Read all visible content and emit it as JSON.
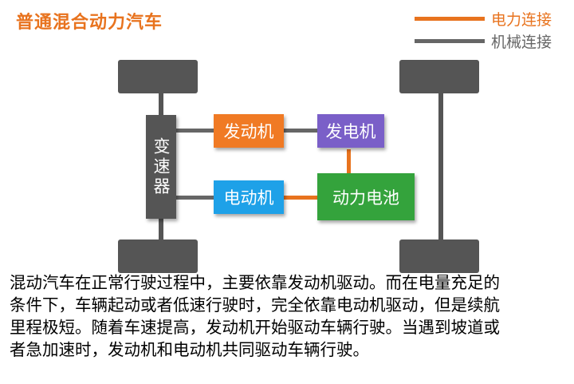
{
  "title": "普通混合动力汽车",
  "legend": {
    "electric": {
      "label": "电力连接",
      "color": "#e8731e"
    },
    "mechanical": {
      "label": "机械连接",
      "color": "#666666"
    }
  },
  "components": {
    "gearbox": {
      "label": "变速器",
      "color": "#555555"
    },
    "engine": {
      "label": "发动机",
      "color": "#f07a24"
    },
    "generator": {
      "label": "发电机",
      "color": "#7a5fc8"
    },
    "motor": {
      "label": "电动机",
      "color": "#1ea1e8"
    },
    "battery": {
      "label": "动力电池",
      "color": "#34a33c"
    }
  },
  "colors": {
    "wheel": "#555555",
    "axle": "#555555"
  },
  "description": "混动汽车在正常行驶过程中，主要依靠发动机驱动。而在电量充足的\n条件下，车辆起动或者低速行驶时，完全依靠电动机驱动，但是续航\n里程极短。随着车速提高，发动机开始驱动车辆行驶。当遇到坡道或\n者急加速时，发动机和电动机共同驱动车辆行驶。"
}
